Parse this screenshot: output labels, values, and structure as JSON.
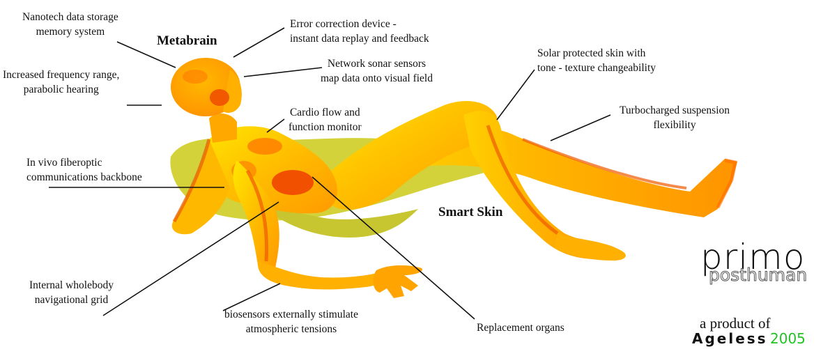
{
  "labels": {
    "nanotech": [
      "Nanotech data storage",
      "memory system"
    ],
    "metabrain": "Metabrain",
    "error_correction": [
      "Error correction device -",
      "instant data replay and feedback"
    ],
    "network_sonar": [
      "Network sonar sensors",
      "map data onto visual field"
    ],
    "hearing": [
      "Increased frequency range,",
      "parabolic hearing"
    ],
    "solar_skin": [
      "Solar protected skin with",
      "tone - texture changeability"
    ],
    "cardio": [
      "Cardio flow and",
      "function monitor"
    ],
    "suspension": [
      "Turbocharged suspension",
      "flexibility"
    ],
    "fiberoptic": [
      "In vivo fiberoptic",
      "communications backbone"
    ],
    "smart_skin": "Smart Skin",
    "nav_grid": [
      "Internal wholebody",
      "navigational grid"
    ],
    "biosensors": [
      "biosensors externally stimulate",
      "atmospheric tensions"
    ],
    "organs": "Replacement organs"
  },
  "brand": {
    "name": "primo",
    "subtitle": "posthuman",
    "tagline": "a product of",
    "company": "Ageless",
    "year": "2005"
  },
  "colors": {
    "figure_light": "#ffd400",
    "figure_mid": "#ffa800",
    "figure_dark": "#f05a00",
    "shadow": "#d9d83a",
    "year_green": "#22c322"
  }
}
